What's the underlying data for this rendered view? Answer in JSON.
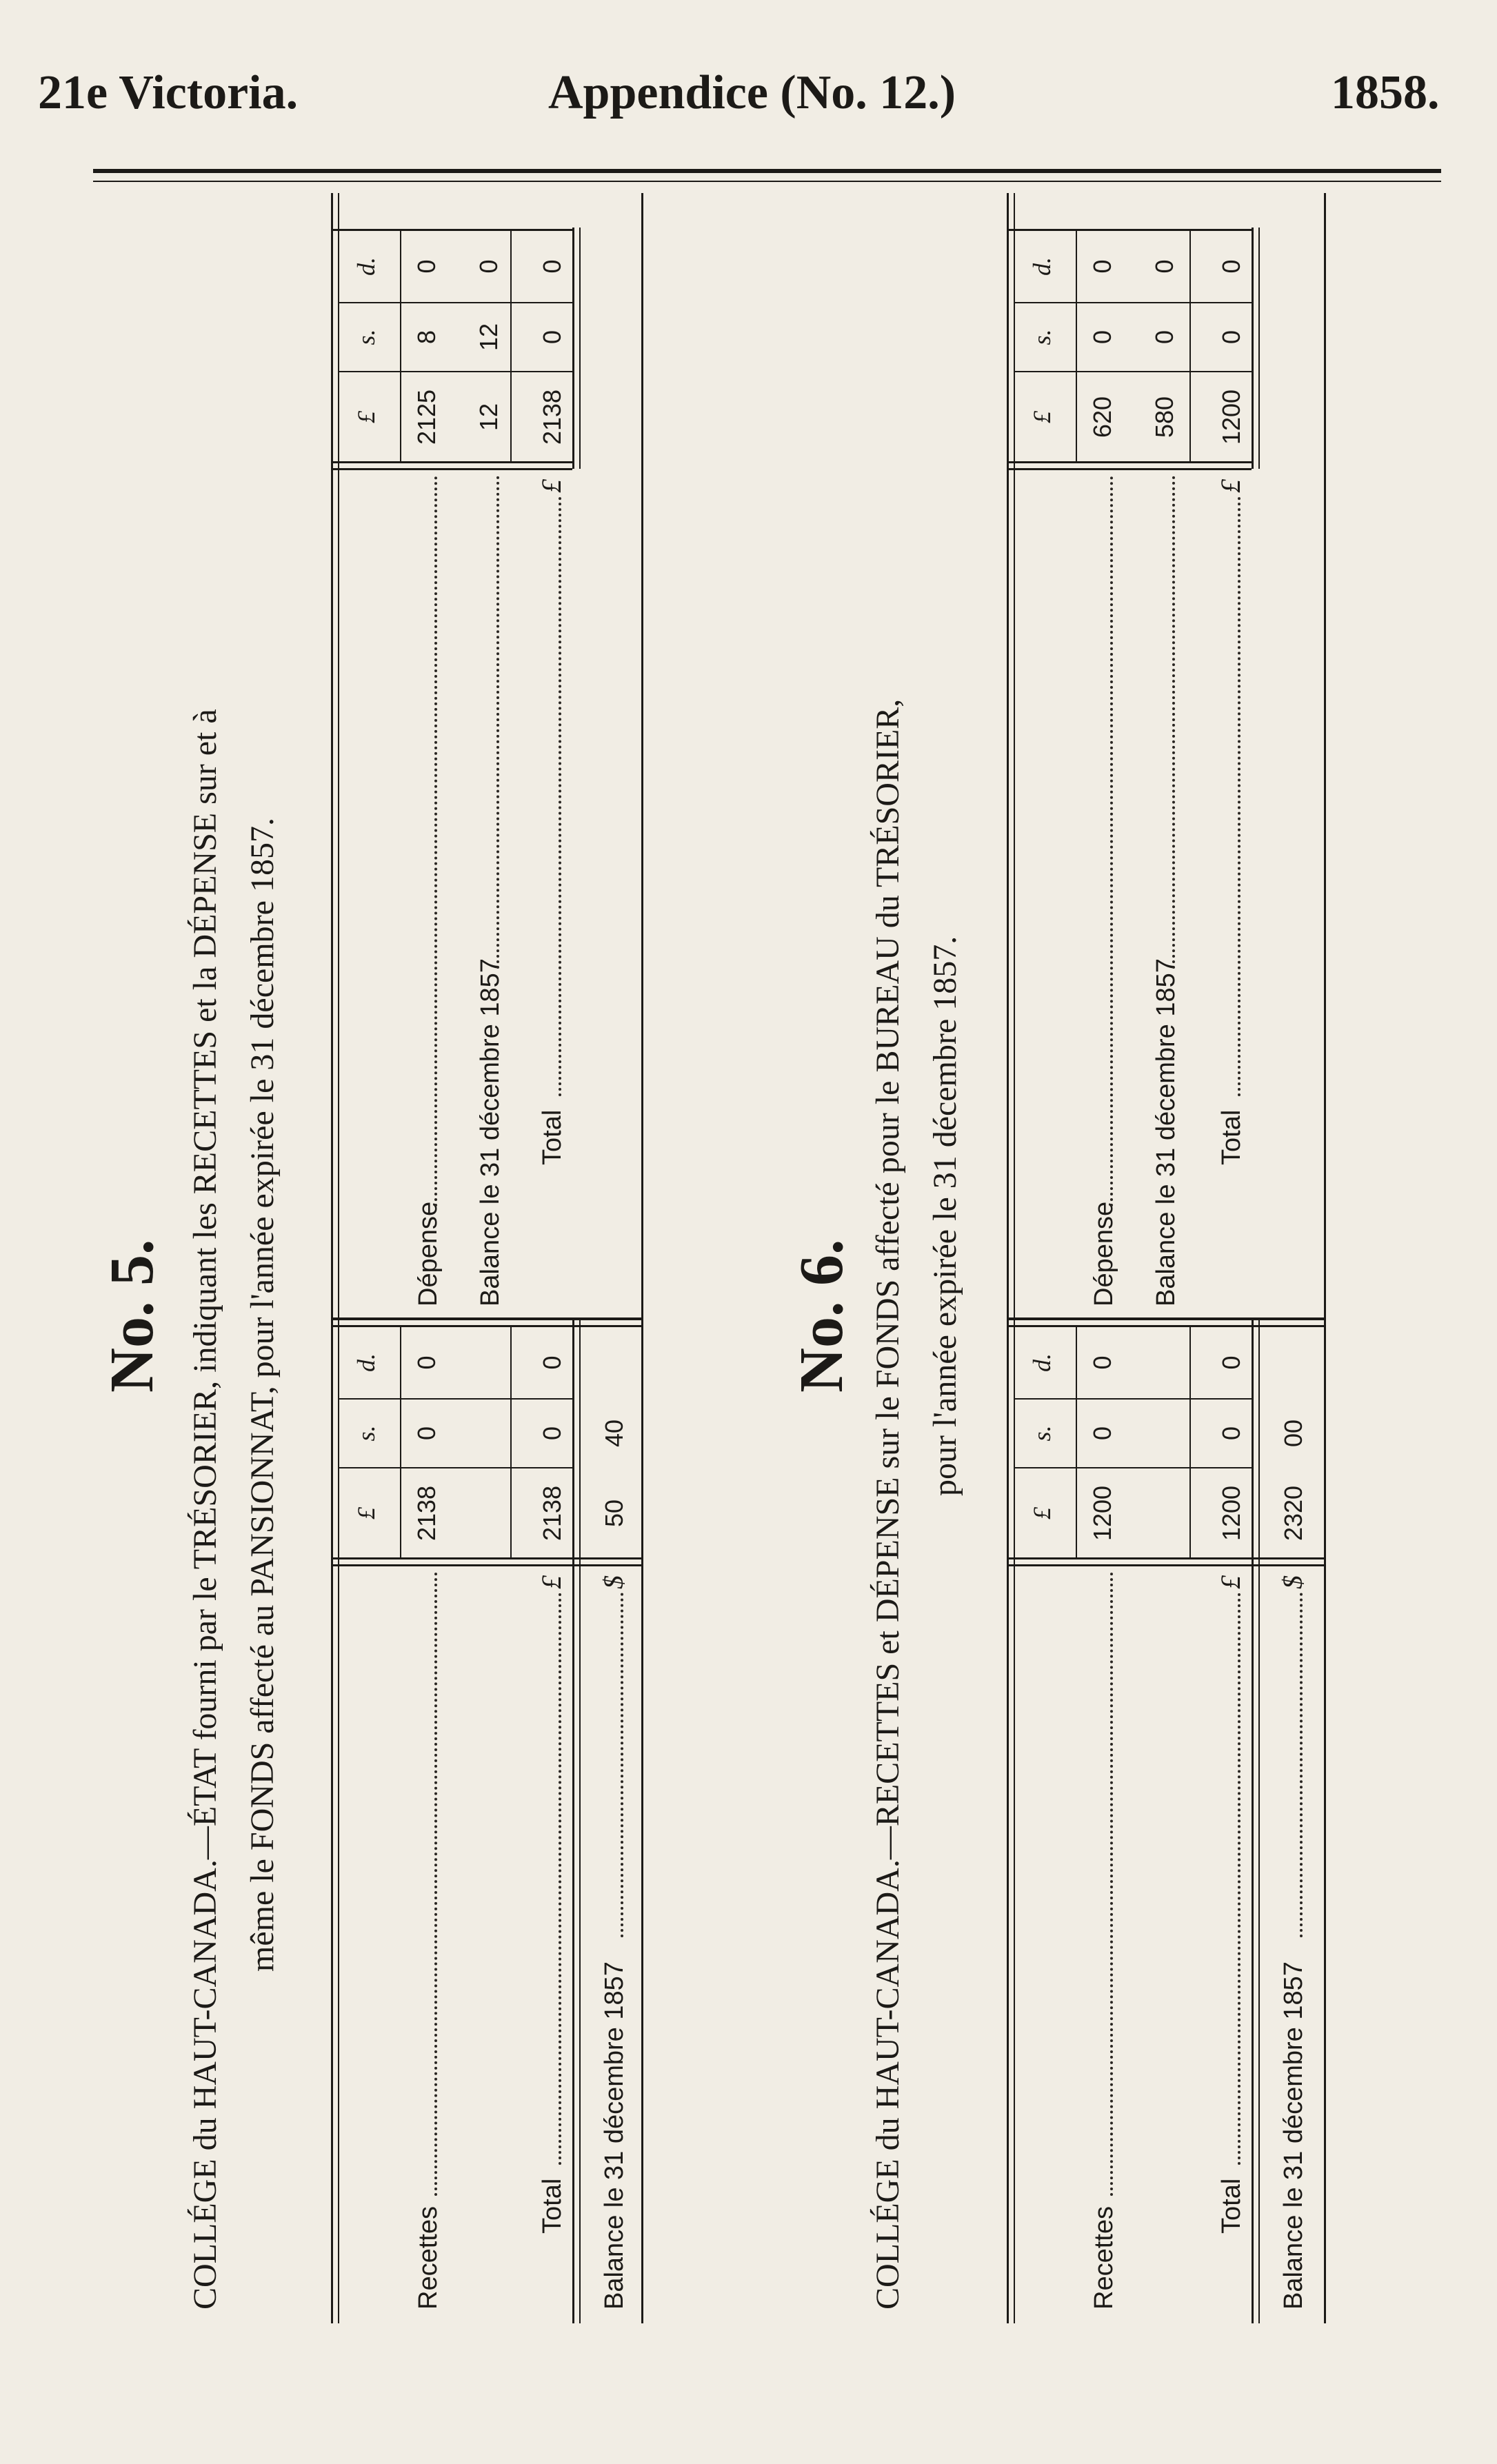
{
  "page": {
    "header_left": "21e Victoria.",
    "header_center": "Appendice (No. 12.)",
    "header_right": "1858."
  },
  "sections": [
    {
      "number": "No. 5.",
      "caption_line1": "COLLÉGE du HAUT-CANADA.—ÉTAT fourni par le TRÉSORIER, indiquant les RECETTES et la DÉPENSE sur et à",
      "caption_line2": "même le FONDS affecté au PANSIONNAT, pour l'année expirée le 31 décembre 1857.",
      "col_headers": [
        "£",
        "s.",
        "d."
      ],
      "left": {
        "rows": [
          {
            "label": "Recettes",
            "l": "2138",
            "s": "0",
            "d": "0"
          }
        ],
        "total": {
          "label": "Total",
          "cur": "£",
          "l": "2138",
          "s": "0",
          "d": "0"
        },
        "balance": {
          "label": "Balance le 31 décembre 1857",
          "cur": "$",
          "l": "50",
          "s": "40"
        }
      },
      "right": {
        "rows": [
          {
            "label": "Dépense",
            "l": "2125",
            "s": "8",
            "d": "0"
          },
          {
            "label": "Balance le 31 décembre 1857",
            "l": "12",
            "s": "12",
            "d": "0"
          }
        ],
        "total": {
          "label": "Total",
          "cur": "£",
          "l": "2138",
          "s": "0",
          "d": "0"
        }
      }
    },
    {
      "number": "No. 6.",
      "caption_line1": "COLLÉGE du HAUT-CANADA.—RECETTES et DÉPENSE sur le FONDS affecté pour le BUREAU du TRÉSORIER,",
      "caption_line2": "pour l'année expirée le 31 décembre 1857.",
      "col_headers": [
        "£",
        "s.",
        "d."
      ],
      "left": {
        "rows": [
          {
            "label": "Recettes",
            "l": "1200",
            "s": "0",
            "d": "0"
          }
        ],
        "total": {
          "label": "Total",
          "cur": "£",
          "l": "1200",
          "s": "0",
          "d": "0"
        },
        "balance": {
          "label": "Balance le 31 décembre 1857",
          "cur": "$",
          "l": "2320",
          "s": "00"
        }
      },
      "right": {
        "rows": [
          {
            "label": "Dépense",
            "l": "620",
            "s": "0",
            "d": "0"
          },
          {
            "label": "Balance le 31 décembre 1857",
            "l": "580",
            "s": "0",
            "d": "0"
          }
        ],
        "total": {
          "label": "Total",
          "cur": "£",
          "l": "1200",
          "s": "0",
          "d": "0"
        }
      }
    }
  ]
}
